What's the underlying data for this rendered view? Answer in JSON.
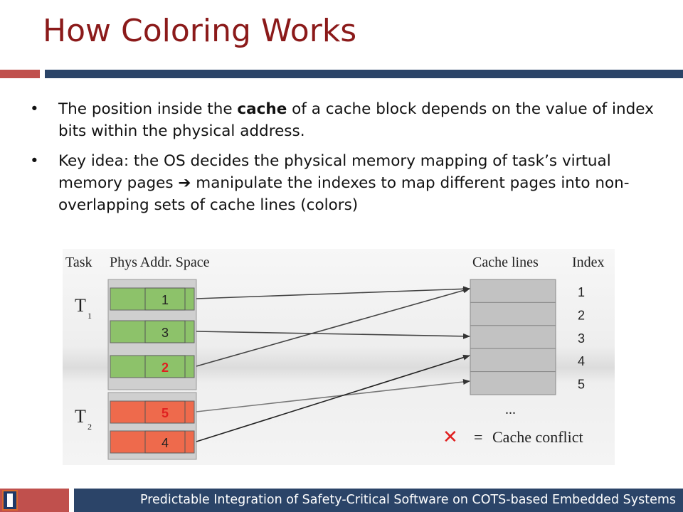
{
  "slide": {
    "title": "How Coloring Works"
  },
  "bullets": [
    {
      "marker": "•",
      "before": "The position inside the ",
      "emphasis": "cache",
      "after": " of a cache block depends on the value of index bits within the physical address."
    },
    {
      "marker": "•",
      "before": "Key idea: the OS decides the physical memory mapping of task’s virtual memory pages ",
      "arrow": "➔",
      "after": " manipulate the indexes to map different pages into non-overlapping sets of cache lines (colors)"
    }
  ],
  "figure": {
    "col_task": "Task",
    "col_phys": "Phys Addr. Space",
    "col_cache": "Cache lines",
    "col_index": "Index",
    "task1": "T",
    "task1_sub": "1",
    "task2": "T",
    "task2_sub": "2",
    "pages": [
      {
        "label": "1",
        "task": 1,
        "label_color": "#222222"
      },
      {
        "label": "3",
        "task": 1,
        "label_color": "#222222"
      },
      {
        "label": "2",
        "task": 1,
        "label_color": "#e02020"
      },
      {
        "label": "5",
        "task": 2,
        "label_color": "#e02020"
      },
      {
        "label": "4",
        "task": 2,
        "label_color": "#222222"
      }
    ],
    "index_labels": [
      "1",
      "2",
      "3",
      "4",
      "5"
    ],
    "ellipsis": "...",
    "conflict_mark": "✕",
    "conflict_eq": "=",
    "conflict_label": "Cache conflict",
    "colors": {
      "green": "#8dc26a",
      "red": "#ee6a4c",
      "cache_gray": "#c2c2c2",
      "conflict": "#e02020"
    }
  },
  "footer": {
    "text": "Predictable Integration of Safety-Critical Software on COTS-based Embedded Systems"
  }
}
